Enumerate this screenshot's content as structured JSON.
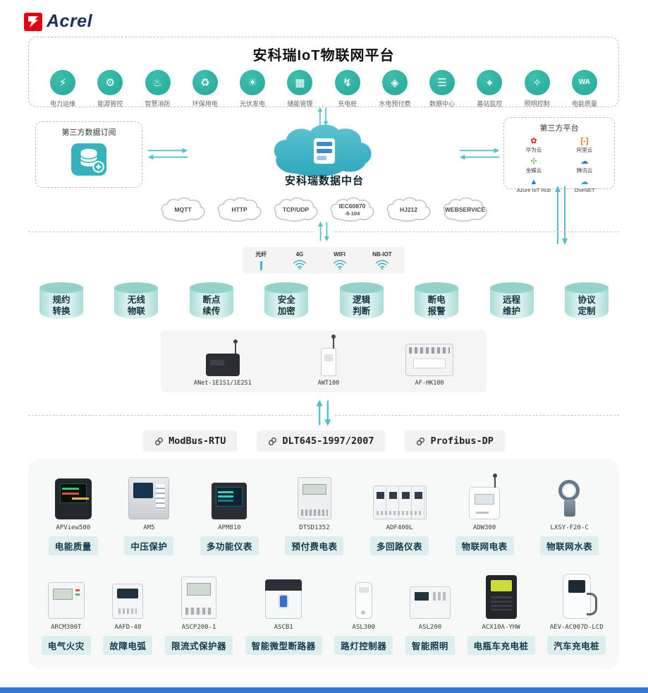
{
  "brand": {
    "name": "Acrel"
  },
  "header": {
    "title": "安科瑞IoT物联网平台"
  },
  "theme": {
    "teal": "#2fb3a6",
    "cyan": "#57bfc9",
    "chip_bg": "#dcefee",
    "footer_blue": "#2e79d8",
    "logo_red": "#e60012",
    "logo_navy": "#1c2f5e"
  },
  "apps": [
    {
      "label": "电力运维",
      "icon": "⚡"
    },
    {
      "label": "能源管控",
      "icon": "⚙"
    },
    {
      "label": "智慧消防",
      "icon": "♨"
    },
    {
      "label": "环保用电",
      "icon": "♻"
    },
    {
      "label": "光伏发电",
      "icon": "☀"
    },
    {
      "label": "储能管理",
      "icon": "▦"
    },
    {
      "label": "充电桩",
      "icon": "↯"
    },
    {
      "label": "水电预付费",
      "icon": "◈"
    },
    {
      "label": "数据中心",
      "icon": "☰"
    },
    {
      "label": "基站监控",
      "icon": "⌖"
    },
    {
      "label": "照明控制",
      "icon": "✧"
    },
    {
      "label": "电能质量",
      "icon": "WA"
    }
  ],
  "subscribe_box": {
    "title": "第三方数据订阅"
  },
  "data_center": {
    "label": "安科瑞数据中台"
  },
  "platform_box": {
    "title": "第三方平台",
    "platforms": [
      {
        "name": "华为云",
        "icon": "✿",
        "color": "#e60012"
      },
      {
        "name": "阿里云",
        "icon": "[-]",
        "color": "#ff6a00"
      },
      {
        "name": "金蝶云",
        "icon": "✣",
        "color": "#6abf4b"
      },
      {
        "name": "腾讯云",
        "icon": "☁",
        "color": "#2f6fe4"
      },
      {
        "name": "Azure IoT Hub",
        "icon": "▲",
        "color": "#0089d6"
      },
      {
        "name": "OneNET",
        "icon": "☁",
        "color": "#35a3dc"
      }
    ]
  },
  "protocol_clouds": [
    {
      "label": "MQTT"
    },
    {
      "label": "HTTP"
    },
    {
      "label": "TCP/UDP"
    },
    {
      "label": "IEC60870",
      "label2": "-5-104"
    },
    {
      "label": "HJ212"
    },
    {
      "label": "WEBSERVICE"
    }
  ],
  "connectivity": [
    {
      "label": "光纤"
    },
    {
      "label": "4G"
    },
    {
      "label": "WIFI"
    },
    {
      "label": "NB-IOT"
    }
  ],
  "capabilities": [
    {
      "line1": "规约",
      "line2": "转换"
    },
    {
      "line1": "无线",
      "line2": "物联"
    },
    {
      "line1": "断点",
      "line2": "续传"
    },
    {
      "line1": "安全",
      "line2": "加密"
    },
    {
      "line1": "逻辑",
      "line2": "判断"
    },
    {
      "line1": "断电",
      "line2": "报警"
    },
    {
      "line1": "远程",
      "line2": "维护"
    },
    {
      "line1": "协议",
      "line2": "定制"
    }
  ],
  "gateways": [
    {
      "model": "ANet-1E1S1/1E2S1"
    },
    {
      "model": "AWT100"
    },
    {
      "model": "AF-HK100"
    }
  ],
  "bus_protocols": [
    {
      "label": "ModBus-RTU"
    },
    {
      "label": "DLT645-1997/2007"
    },
    {
      "label": "Profibus-DP"
    }
  ],
  "devices_row1": [
    {
      "model": "APView500",
      "label": "电能质量"
    },
    {
      "model": "AM5",
      "label": "中压保护"
    },
    {
      "model": "APM810",
      "label": "多功能仪表"
    },
    {
      "model": "DTSD1352",
      "label": "预付费电表"
    },
    {
      "model": "ADF400L",
      "label": "多回路仪表"
    },
    {
      "model": "ADW300",
      "label": "物联网电表"
    },
    {
      "model": "LXSY-F20-C",
      "label": "物联网水表"
    }
  ],
  "devices_row2": [
    {
      "model": "ARCM300T",
      "label": "电气火灾"
    },
    {
      "model": "AAFD-40",
      "label": "故障电弧"
    },
    {
      "model": "ASCP200-1",
      "label": "限流式保护器"
    },
    {
      "model": "ASCB1",
      "label": "智能微型断路器"
    },
    {
      "model": "ASL300",
      "label": "路灯控制器"
    },
    {
      "model": "ASL200",
      "label": "智能照明"
    },
    {
      "model": "ACX10A-YHW",
      "label": "电瓶车充电桩"
    },
    {
      "model": "AEV-AC007D-LCD",
      "label": "汽车充电桩"
    }
  ]
}
